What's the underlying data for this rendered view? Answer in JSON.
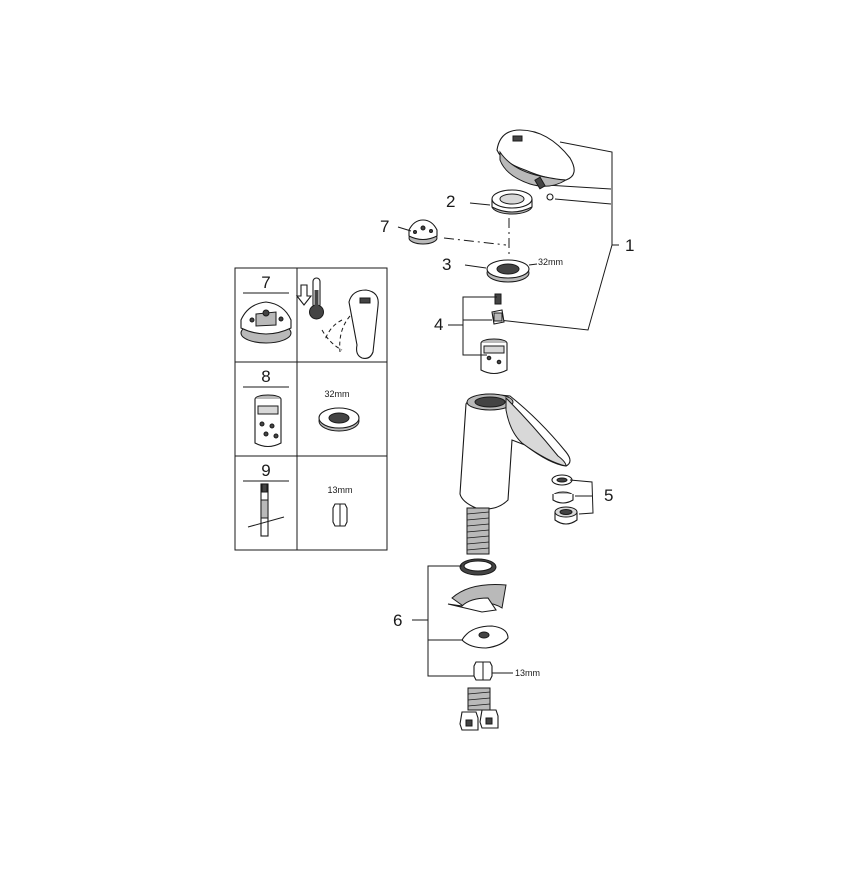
{
  "callouts": {
    "c1": "1",
    "c2": "2",
    "c3": "3",
    "c4": "4",
    "c5": "5",
    "c6": "6",
    "c7": "7"
  },
  "dimensions": {
    "nut_size": "32mm",
    "hex_size": "13mm"
  },
  "accessory_table": {
    "rows": [
      {
        "number": "7",
        "dimension": ""
      },
      {
        "number": "8",
        "dimension": "32mm"
      },
      {
        "number": "9",
        "dimension": "13mm"
      }
    ]
  },
  "icons": [
    "thermometer-icon",
    "arrow-down-icon"
  ],
  "colors": {
    "line": "#1a1a1a",
    "shade": "#b9b9b9",
    "dark": "#444444"
  }
}
